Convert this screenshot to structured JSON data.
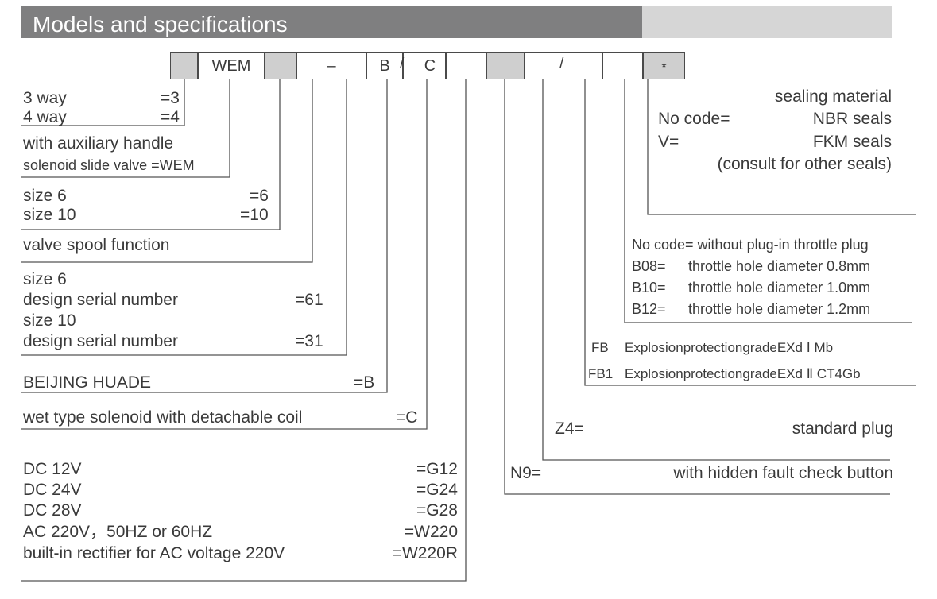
{
  "header": {
    "title": "Models and specifications"
  },
  "code_boxes": [
    "",
    "WEM",
    "",
    "–",
    "B",
    "C",
    "",
    "",
    "",
    "",
    "*"
  ],
  "separators": [
    "/",
    "/",
    "/"
  ],
  "left_column": {
    "ways": [
      {
        "label": "3 way",
        "code": "=3"
      },
      {
        "label": "4 way",
        "code": "=4"
      }
    ],
    "type": {
      "line1": "with auxiliary handle",
      "line2": "solenoid slide valve =WEM"
    },
    "size": [
      {
        "label": "size 6",
        "code": "=6"
      },
      {
        "label": "size 10",
        "code": "=10"
      }
    ],
    "spool": "valve spool function",
    "design": {
      "size6": "size 6",
      "serial6": "design serial number",
      "code6": "=61",
      "size10": "size 10",
      "serial10": "design serial number",
      "code10": "=31"
    },
    "maker": {
      "label": "BEIJING  HUADE",
      "code": "=B"
    },
    "solenoid": {
      "label": "wet type solenoid with detachable coil",
      "code": "=C"
    },
    "voltage": [
      {
        "label": "DC 12V",
        "code": "=G12"
      },
      {
        "label": "DC 24V",
        "code": "=G24"
      },
      {
        "label": "DC 28V",
        "code": "=G28"
      },
      {
        "label": "AC 220V，50HZ or 60HZ",
        "code": "=W220"
      },
      {
        "label": "built-in rectifier for AC voltage 220V",
        "code": "=W220R"
      }
    ]
  },
  "right_column": {
    "seals": {
      "title": "sealing material",
      "nocode_key": "No code=",
      "nocode_val": "NBR seals",
      "v_key": "V=",
      "v_val": "FKM seals",
      "note": "(consult for other seals)"
    },
    "throttle": {
      "nocode": "No code= without plug-in throttle plug",
      "items": [
        {
          "code": "B08=",
          "text": "throttle hole diameter 0.8mm"
        },
        {
          "code": "B10=",
          "text": "throttle hole diameter 1.0mm"
        },
        {
          "code": "B12=",
          "text": "throttle hole diameter 1.2mm"
        }
      ]
    },
    "explosion": [
      {
        "code": "FB",
        "text": "ExplosionprotectiongradeEXd Ⅰ Mb"
      },
      {
        "code": "FB1",
        "text": "ExplosionprotectiongradeEXd Ⅱ CT4Gb"
      }
    ],
    "plug": {
      "code": "Z4=",
      "text": "standard plug"
    },
    "fault": {
      "code": "N9=",
      "text": "with hidden fault check button"
    }
  }
}
